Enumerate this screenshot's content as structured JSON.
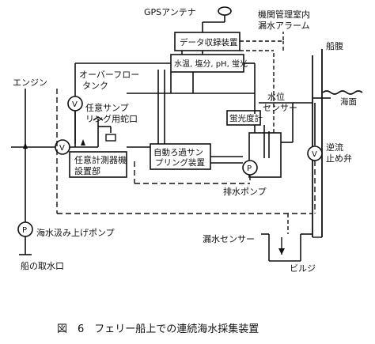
{
  "labels": {
    "gps": "GPSアンテナ",
    "data_device": "データ収録装置",
    "sensors": "水温, 塩分, pH, 蛍光",
    "alarm_line1": "機関管理室内",
    "alarm_line2": "漏水アラーム",
    "side": "船腹",
    "sea": "海面",
    "engine": "エンジン",
    "overflow_line1": "オーバーフロー",
    "overflow_line2": "タンク",
    "tap_line1": "任意サンプ",
    "tap_line2": "リング用蛇口",
    "level_line1": "水位",
    "level_line2": "センサー",
    "fluorometer": "蛍光度計",
    "check_line1": "逆流",
    "check_line2": "止め弁",
    "auto_line1": "自動ろ過サン",
    "auto_line2": "プリング装置",
    "instr_line1": "任意計測器機",
    "instr_line2": "設置部",
    "drain_pump": "排水ポンプ",
    "intake_pump": "海水汲み上げポンプ",
    "leak_sensor": "漏水センサー",
    "intake": "船の取水口",
    "bilge": "ビルジ",
    "valve_v": "V",
    "pump_p": "P",
    "caption": "図　6　フェリー船上での連続海水採集装置"
  }
}
